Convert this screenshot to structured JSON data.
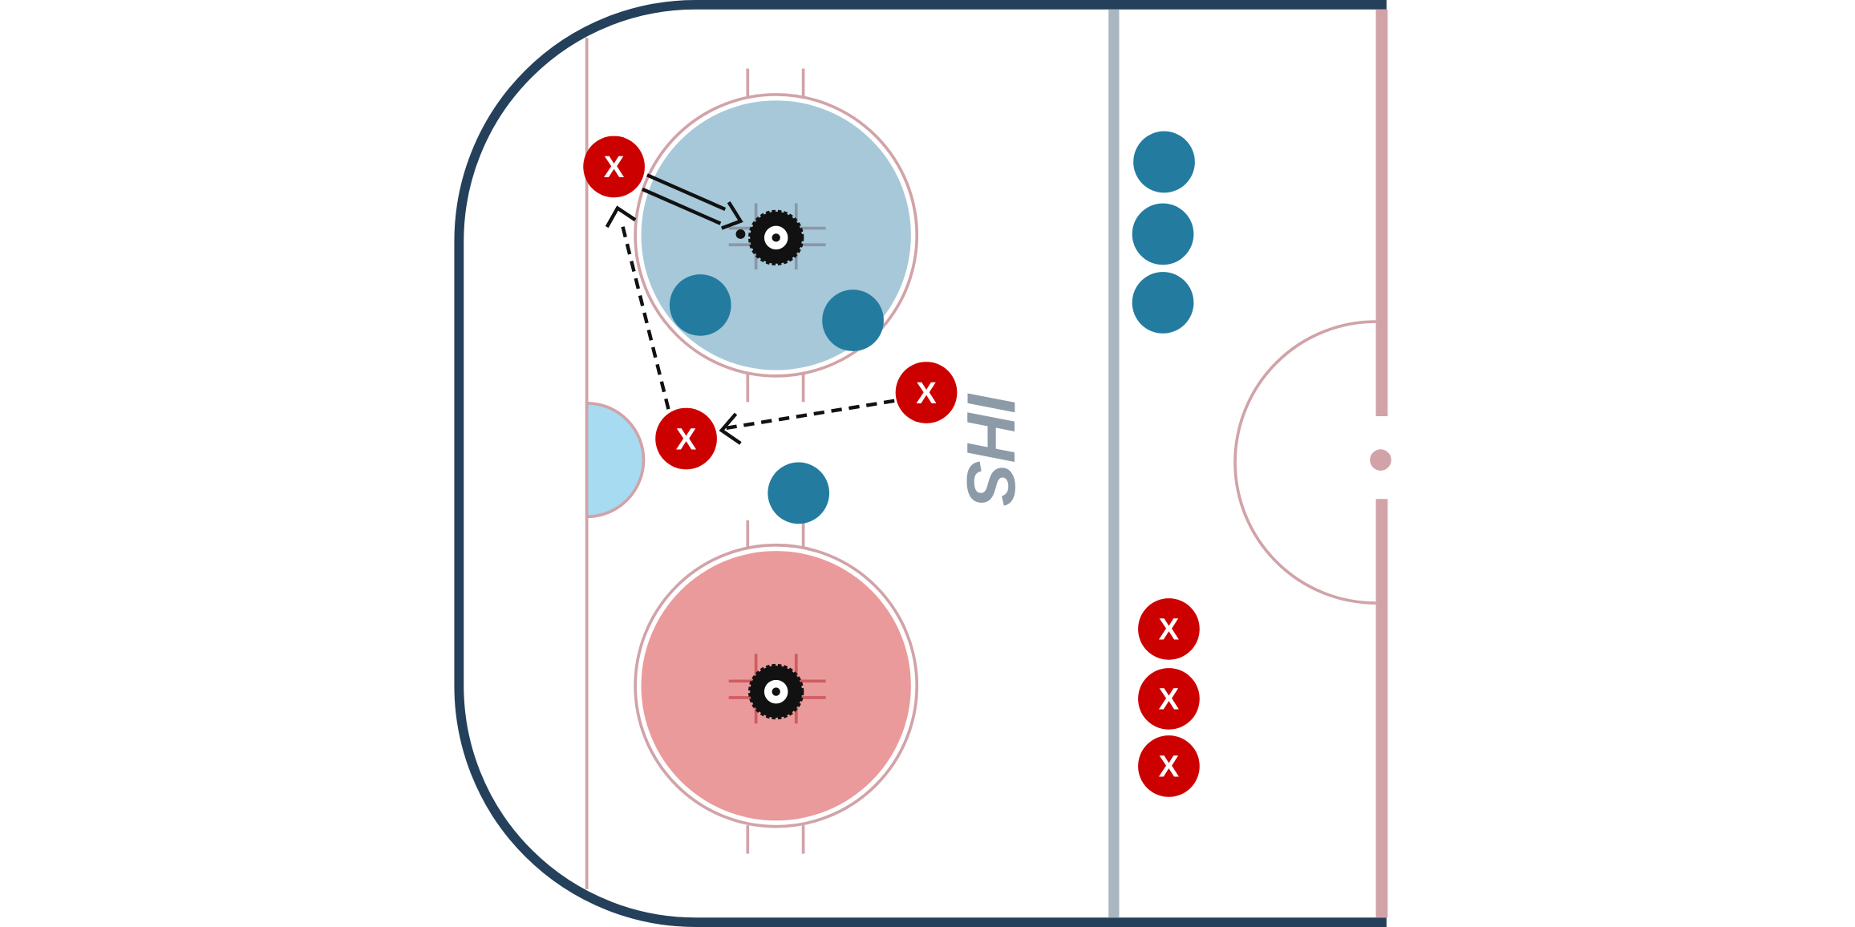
{
  "diagram": {
    "logo_text": "IHS",
    "colors": {
      "board": "#24405a",
      "ice": "#ffffff",
      "line_pink": "#d1a3a8",
      "blue_line": "#a9b7c2",
      "zone_blue": "#a7c8d8",
      "zone_red": "#ea9a9a",
      "crease": "#a7dbf1",
      "team_blue": "#237ba0",
      "team_red": "#cd0000",
      "arrow": "#111111",
      "logo": "#8d9aa8"
    },
    "red_players": [
      {
        "id": "r1",
        "label": "X"
      },
      {
        "id": "r2",
        "label": "X"
      },
      {
        "id": "r3",
        "label": "X"
      },
      {
        "id": "r4",
        "label": "X"
      },
      {
        "id": "r5",
        "label": "X"
      },
      {
        "id": "r6",
        "label": "X"
      }
    ],
    "blue_players": [
      {
        "id": "b1"
      },
      {
        "id": "b2"
      },
      {
        "id": "b3"
      },
      {
        "id": "b4"
      },
      {
        "id": "b5"
      },
      {
        "id": "b6"
      }
    ]
  }
}
